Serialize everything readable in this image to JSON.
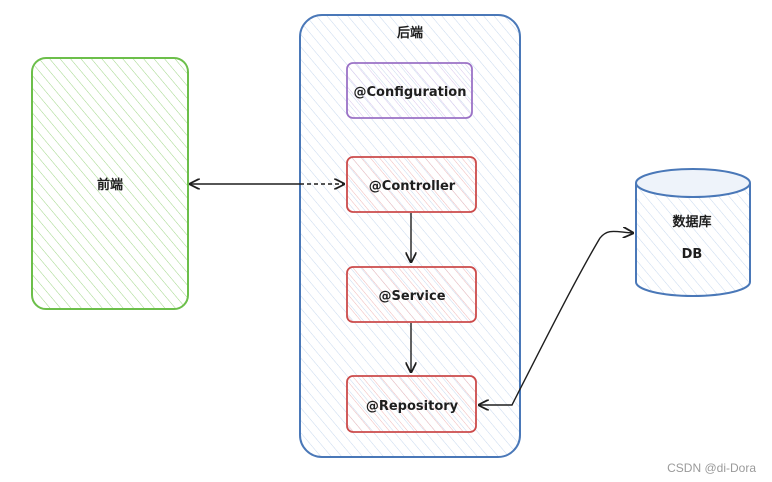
{
  "diagram": {
    "frontend": {
      "label": "前端",
      "color": "#6cbf4a",
      "fill": "#e9f5e1"
    },
    "backend": {
      "label": "后端",
      "color": "#4a78b8",
      "fill": "#e6eef8"
    },
    "configuration": {
      "label": "@Configuration",
      "color": "#9b72c6",
      "fill": "#efe7f7"
    },
    "controller": {
      "label": "@Controller",
      "color": "#cc4b4b",
      "fill": "#f9e4e4"
    },
    "service": {
      "label": "@Service",
      "color": "#cc4b4b",
      "fill": "#f9e4e4"
    },
    "repository": {
      "label": "@Repository",
      "color": "#cc4b4b",
      "fill": "#f9e4e4"
    },
    "database": {
      "label": "数据库",
      "sublabel": "DB",
      "color": "#4a78b8",
      "fill": "#e6eef8"
    },
    "edges": [
      {
        "from": "frontend",
        "to": "controller",
        "style": "solid-then-dashed",
        "direction": "both"
      },
      {
        "from": "controller",
        "to": "service",
        "style": "solid",
        "direction": "forward"
      },
      {
        "from": "service",
        "to": "repository",
        "style": "solid",
        "direction": "forward"
      },
      {
        "from": "repository",
        "to": "database",
        "style": "solid",
        "direction": "both"
      }
    ]
  },
  "watermark": "CSDN @di-Dora"
}
